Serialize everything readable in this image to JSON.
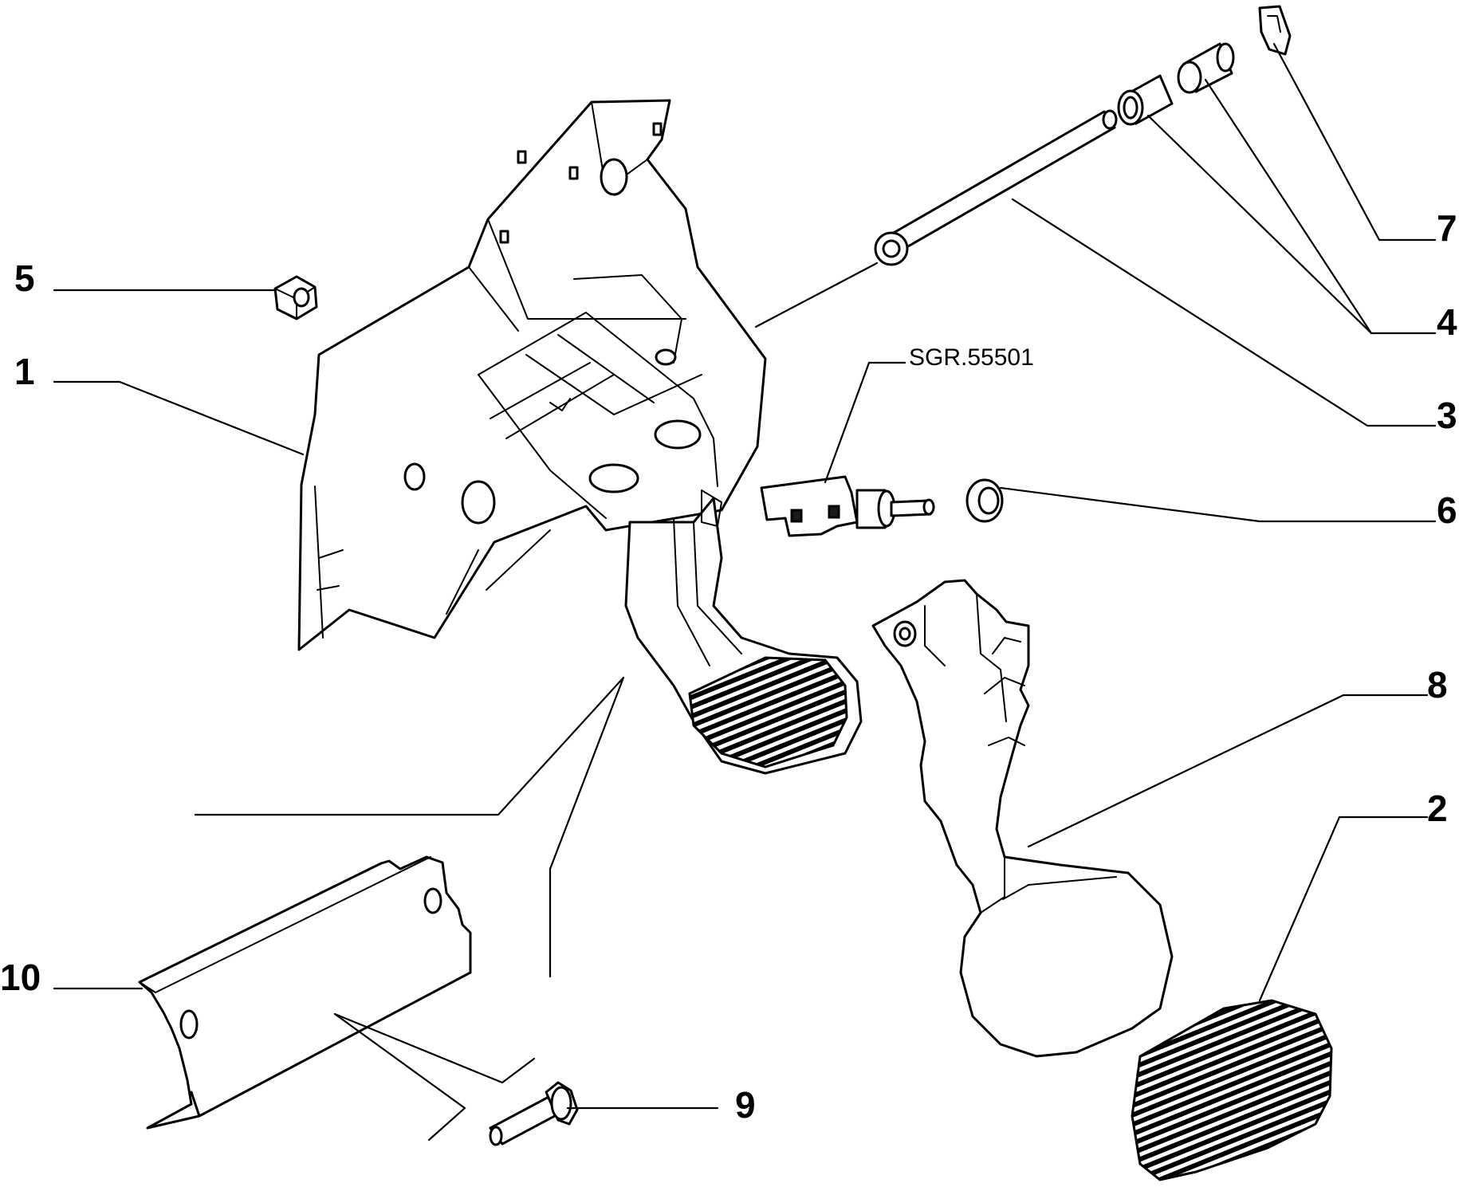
{
  "diagram": {
    "callouts": {
      "c1": "1",
      "c2": "2",
      "c3": "3",
      "c4": "4",
      "c5": "5",
      "c6": "6",
      "c7": "7",
      "c8": "8",
      "c9": "9",
      "c10": "10"
    },
    "reference": "SGR.55501",
    "colors": {
      "line": "#000000",
      "background": "#ffffff"
    }
  }
}
